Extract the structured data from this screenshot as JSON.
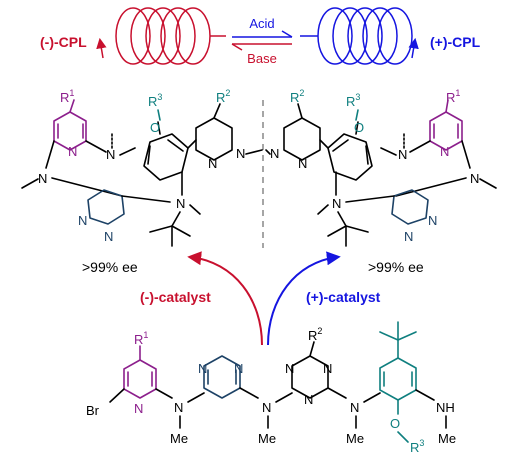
{
  "colors": {
    "minus": "#c8102e",
    "plus": "#1515e0",
    "purple": "#8c1f8c",
    "teal": "#0f7f7f",
    "navy": "#1d4266",
    "black": "#000000",
    "dash": "#888888"
  },
  "top": {
    "left_label": "(-)-CPL",
    "right_label": "(+)-CPL",
    "acid_label": "Acid",
    "base_label": "Base"
  },
  "middle": {
    "ee_left": ">99% ee",
    "ee_right": ">99% ee",
    "left_catalyst": "(-)-catalyst",
    "right_catalyst": "(+)-catalyst"
  },
  "atoms": {
    "N": "N",
    "O": "O",
    "Br": "Br",
    "Me": "Me",
    "NH": "NH",
    "R": "R",
    "one": "1",
    "two": "2",
    "three": "3"
  }
}
